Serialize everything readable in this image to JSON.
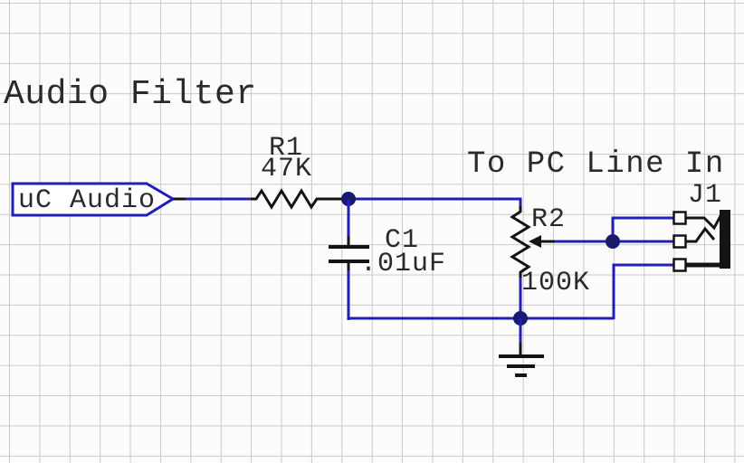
{
  "title": "Audio Filter",
  "net_labels": {
    "output": "To PC Line In",
    "input_port": "uC Audio"
  },
  "components": {
    "r1": {
      "ref": "R1",
      "value": "47K",
      "type": "resistor"
    },
    "c1": {
      "ref": "C1",
      "value": ".01uF",
      "type": "capacitor"
    },
    "r2": {
      "ref": "R2",
      "value": "100K",
      "type": "potentiometer"
    },
    "j1": {
      "ref": "J1",
      "type": "stereo-jack"
    }
  },
  "colors": {
    "wire": "#2020b4",
    "junction": "#191970",
    "component": "#141414",
    "text": "#2a2a2a",
    "grid": "#c9c9c9",
    "background": "#fcfcfc"
  }
}
